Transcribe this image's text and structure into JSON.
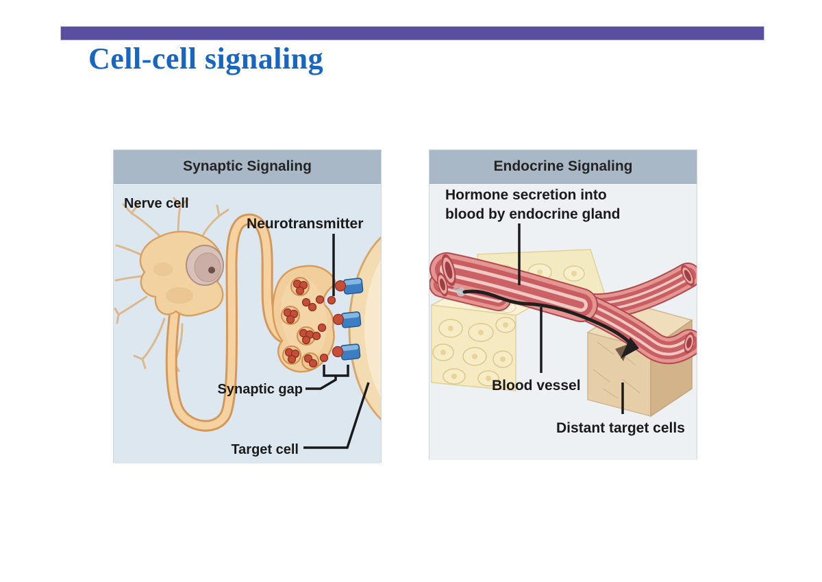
{
  "slide": {
    "title": "Cell-cell signaling"
  },
  "panels": {
    "synaptic": {
      "header": "Synaptic Signaling",
      "labels": {
        "nerve_cell": "Nerve cell",
        "neurotransmitter": "Neurotransmitter",
        "synaptic_gap": "Synaptic gap",
        "target_cell": "Target cell"
      }
    },
    "endocrine": {
      "header": "Endocrine Signaling",
      "labels": {
        "hormone_line1": "Hormone secretion into",
        "hormone_line2": "blood by endocrine gland",
        "blood_vessel": "Blood vessel",
        "distant_target_cells": "Distant target cells"
      }
    }
  },
  "colors": {
    "accent_bar": "#5A4EA0",
    "title_blue": "#1767C2",
    "panel_header_bg": "#A9B8C7",
    "panel_header_ink": "#242424",
    "synaptic_body_bg": "#DCE7F0",
    "endocrine_body_bg": "#EDF1F4",
    "label_ink": "#1A1A1A",
    "vessel_red": "#C85E62",
    "tissue_tan": "#F2CE9D",
    "gland_cream": "#F5EAC2",
    "target_block_tan": "#E6CFA8",
    "receptor_blue": "#3C7EC4",
    "neurotransmitter_red": "#C44E37"
  }
}
